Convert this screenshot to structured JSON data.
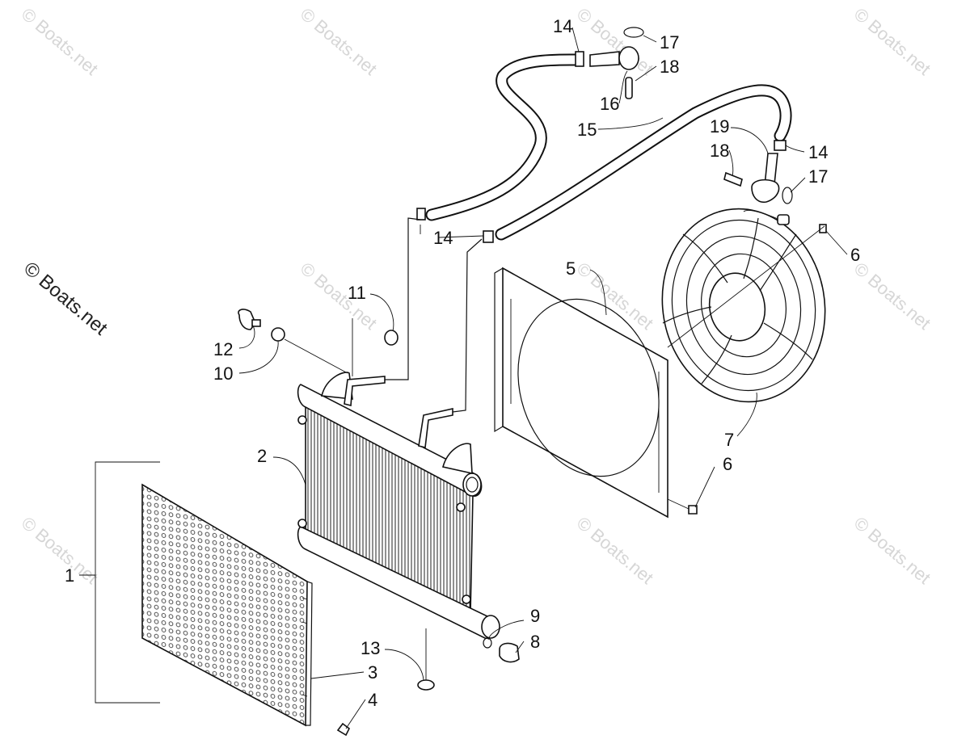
{
  "watermark": {
    "small": "© Boats.net",
    "large": "© Boats.net"
  },
  "callouts": {
    "c1": "1",
    "c2": "2",
    "c3": "3",
    "c4": "4",
    "c5": "5",
    "c6a": "6",
    "c6b": "6",
    "c7": "7",
    "c8": "8",
    "c9": "9",
    "c10": "10",
    "c11": "11",
    "c12": "12",
    "c13": "13",
    "c14a": "14",
    "c14b": "14",
    "c14c": "14",
    "c15": "15",
    "c16": "16",
    "c17a": "17",
    "c17b": "17",
    "c18a": "18",
    "c18b": "18",
    "c19": "19"
  }
}
